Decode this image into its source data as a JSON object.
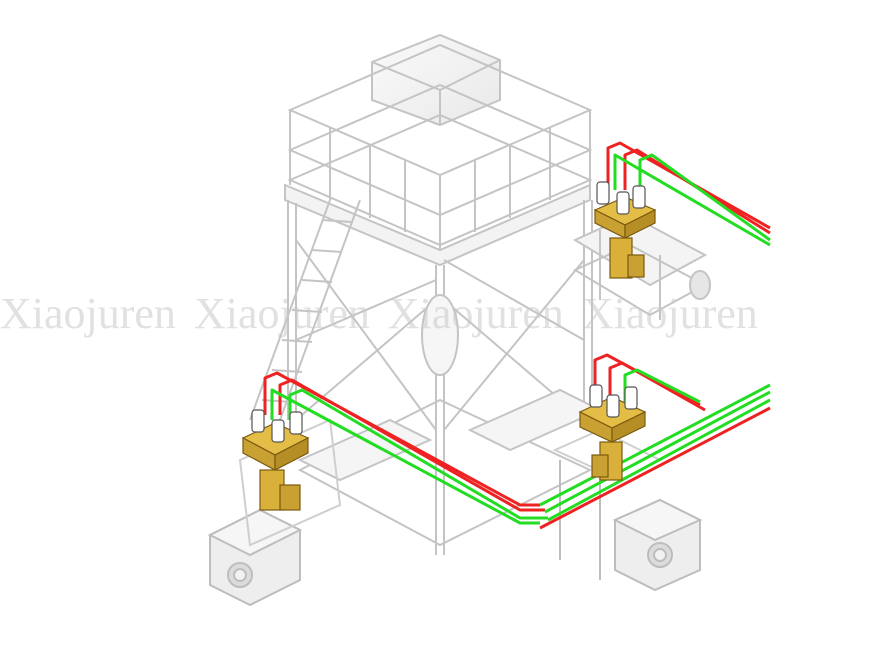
{
  "diagram": {
    "title": "Isometric blown-film tower with gravimetric dosing units and material conveying lines",
    "components": [
      {
        "id": "tower",
        "label": "Steel tower with platform and railing"
      },
      {
        "id": "stairs",
        "label": "Access stairway"
      },
      {
        "id": "doser-left",
        "label": "Dosing unit (left extruder)"
      },
      {
        "id": "doser-right-top",
        "label": "Dosing unit (right rear extruder)"
      },
      {
        "id": "doser-right-bottom",
        "label": "Dosing unit (right front extruder)"
      },
      {
        "id": "extruder-left",
        "label": "Extruder box (left)"
      },
      {
        "id": "extruder-right",
        "label": "Extruder box (right)"
      }
    ],
    "lines": [
      {
        "type": "supply",
        "color": "#ee2222"
      },
      {
        "type": "return",
        "color": "#22dd22"
      }
    ],
    "colors": {
      "structure": "#c8c8c8",
      "structure_fill": "#f4f4f4",
      "doser": "#d9b13a",
      "doser_dark": "#a8841e",
      "red_line": "#ee2222",
      "green_line": "#22dd22"
    }
  },
  "watermark": {
    "items": [
      "Xiaojuren",
      "Xiaojuren",
      "Xiaojuren",
      "Xiaojuren"
    ]
  }
}
